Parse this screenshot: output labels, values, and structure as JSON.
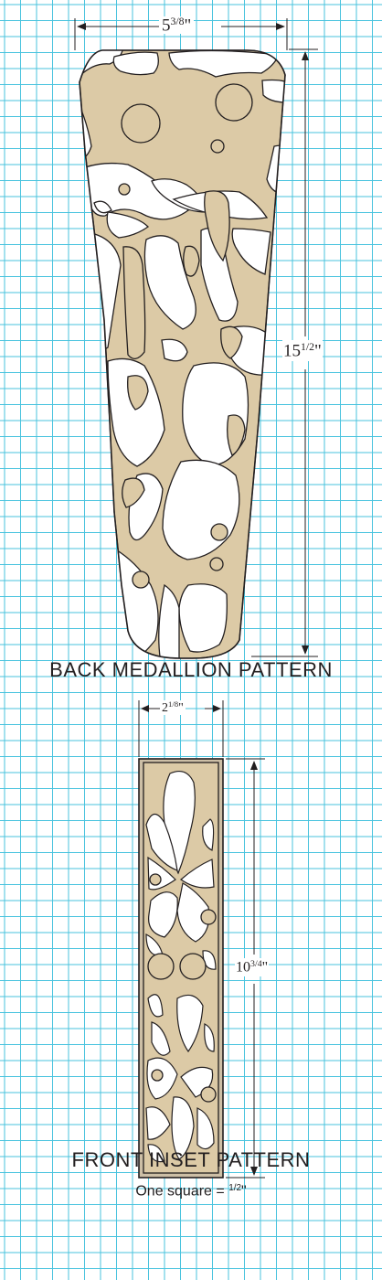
{
  "colors": {
    "grid_line": "#49c3de",
    "fill": "#dccaa6",
    "outline": "#231f20",
    "hole": "#ffffff",
    "front_frame": "#cdbfa6"
  },
  "back_medallion": {
    "title": "BACK MEDALLION PATTERN",
    "width_whole": "5",
    "width_frac": "3/8",
    "width_unit": "\"",
    "height_whole": "15",
    "height_frac": "1/2",
    "height_unit": "\""
  },
  "front_inset": {
    "title": "FRONT INSET PATTERN",
    "width_whole": "2",
    "width_frac": "1/8",
    "width_unit": "\"",
    "height_whole": "10",
    "height_frac": "3/4",
    "height_unit": "\""
  },
  "scale": {
    "text": "One square = ",
    "frac": "1/2",
    "unit": "\""
  }
}
